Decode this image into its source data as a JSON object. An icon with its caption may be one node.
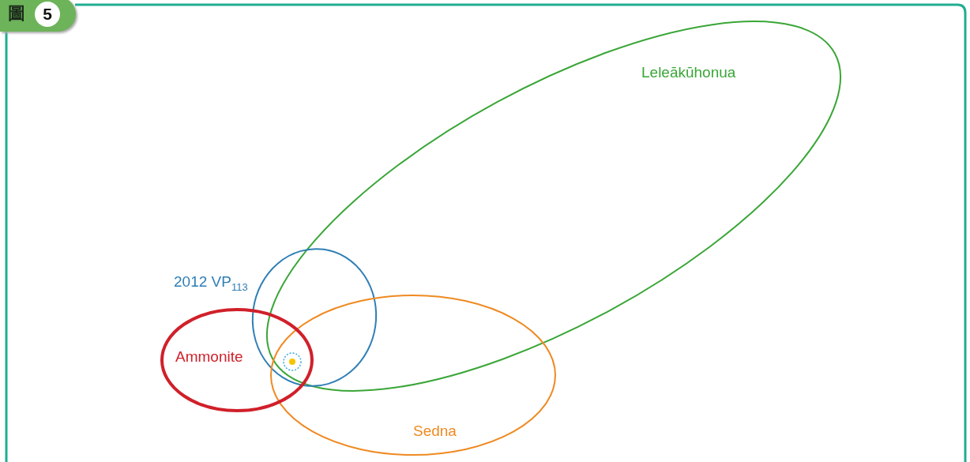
{
  "diagram": {
    "nodes": [
      {
        "text": [
          "Leleākūhonua"
        ]
      },
      {
        "text": [
          "2012 VP$_{113}$"
        ]
      },
      {
        "text": [
          "Sedna"
        ]
      },
      {
        "text": [
          "Ammonite"
        ]
      }
    ],
    "labels": [
      "圖",
      "5"
    ]
  }
}
